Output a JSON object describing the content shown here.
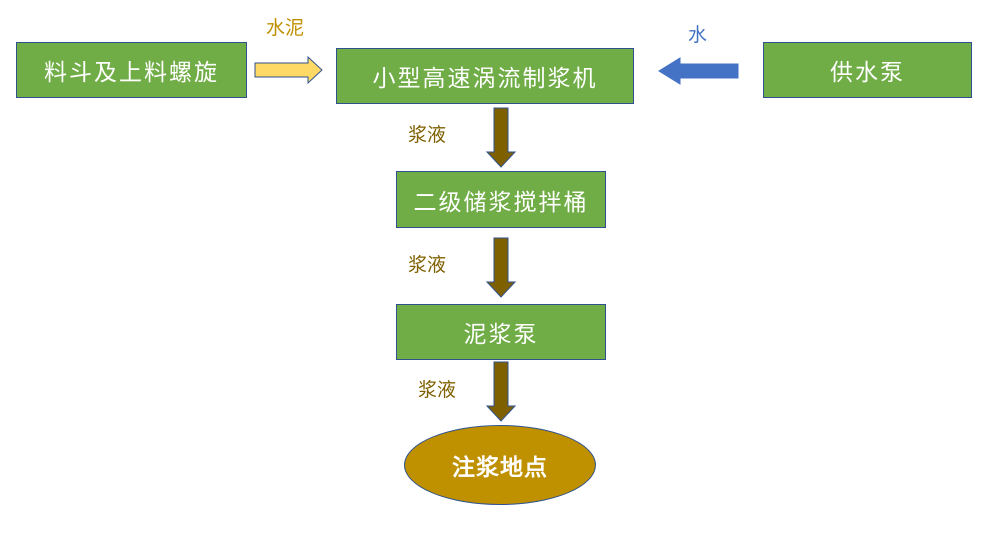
{
  "nodes": {
    "hopper": "料斗及上料螺旋",
    "mixer": "小型高速涡流制浆机",
    "water_pump": "供水泵",
    "storage": "二级储浆搅拌桶",
    "mud_pump": "泥浆泵",
    "grout_point": "注浆地点"
  },
  "labels": {
    "cement": "水泥",
    "water": "水",
    "slurry1": "浆液",
    "slurry2": "浆液",
    "slurry3": "浆液"
  },
  "colors": {
    "box_fill": "#70ad47",
    "box_border": "#2f528f",
    "oval_fill": "#bf9000",
    "cement_arrow": "#ffd966",
    "water_arrow": "#4472c4",
    "slurry_arrow": "#7f6000",
    "cement_label": "#bf9000",
    "water_label": "#4472c4",
    "slurry_label": "#7f6000"
  }
}
